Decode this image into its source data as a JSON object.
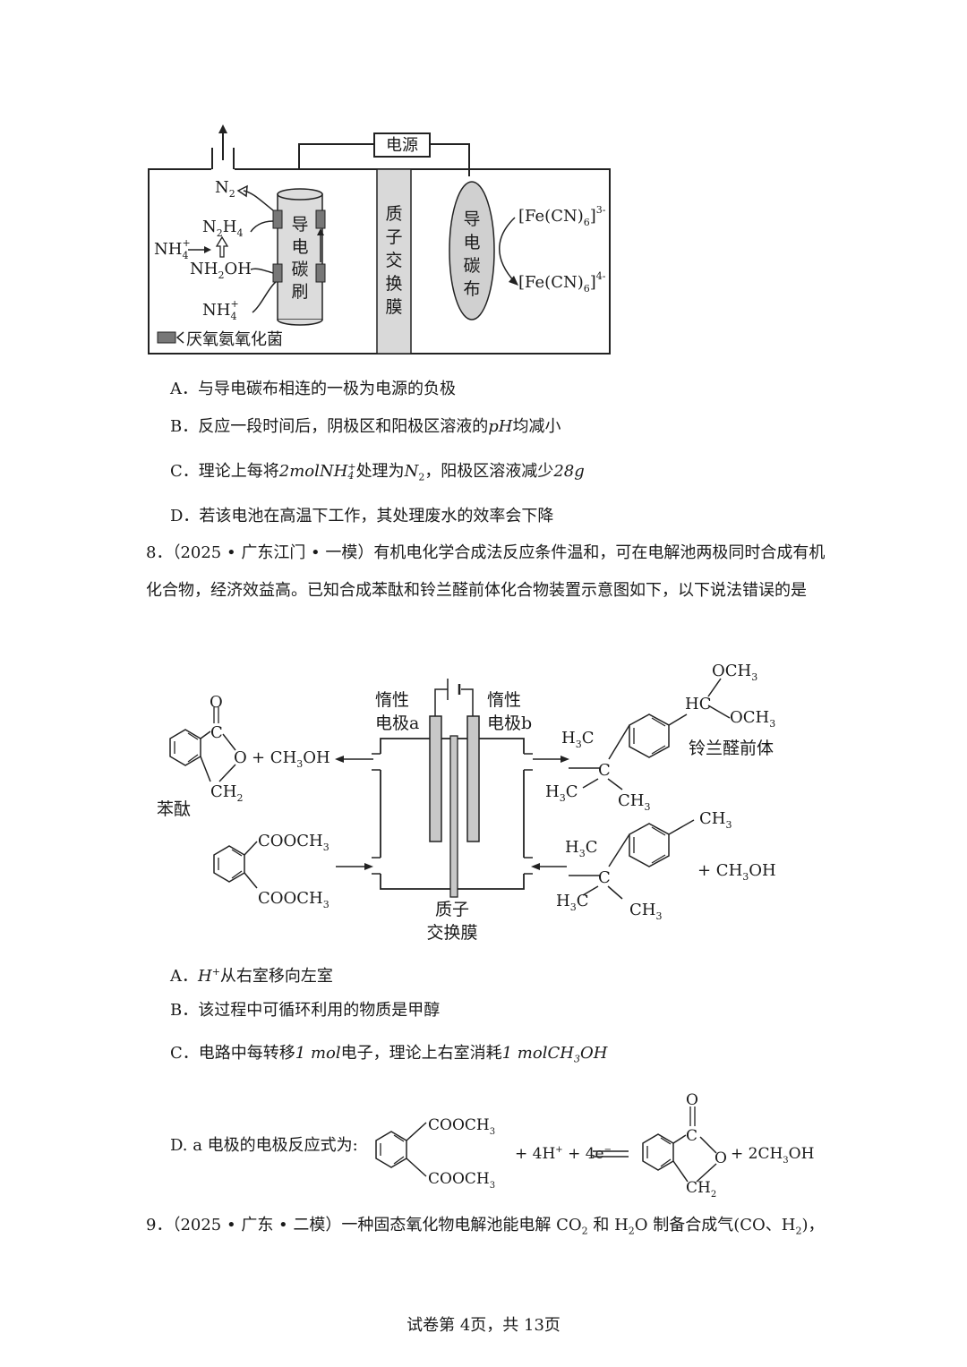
{
  "fig1": {
    "power_label": "电源",
    "n2": "N",
    "n2_sub": "2",
    "n2h4_a": "N",
    "n2h4_sub1": "2",
    "n2h4_b": "H",
    "n2h4_sub2": "4",
    "nh4_left": "NH",
    "nh4_left_sub": "4",
    "nh4_left_sup": "+",
    "nh2oh_a": "NH",
    "nh2oh_sub": "2",
    "nh2oh_b": "OH",
    "nh4_bottom": "NH",
    "nh4_bottom_sub": "4",
    "nh4_bottom_sup": "+",
    "brush_chars": [
      "导",
      "电",
      "碳",
      "刷"
    ],
    "membrane_chars": [
      "质",
      "子",
      "交",
      "换",
      "膜"
    ],
    "cloth_chars": [
      "导",
      "电",
      "碳",
      "布"
    ],
    "fe_top": "[Fe(CN)",
    "fe_top_sub": "6",
    "fe_top_close": "]",
    "fe_top_sup": "3-",
    "fe_bot": "[Fe(CN)",
    "fe_bot_sub": "6",
    "fe_bot_close": "]",
    "fe_bot_sup": "4-",
    "legend": "厌氧氨氧化菌"
  },
  "q7_options": {
    "A": "A．与导电碳布相连的一极为电源的负极",
    "B_pre": "B．反应一段时间后，阴极区和阳极区溶液的",
    "B_it": "pH",
    "B_post": "均减小",
    "C_pre": "C．理论上每将",
    "C_it": "2molNH",
    "C_sub": "4",
    "C_sup": "+",
    "C_mid": "处理为",
    "C_it2": "N",
    "C_sub2": "2",
    "C_mid2": "，阳极区溶液减少",
    "C_it3": "28g",
    "D": "D．若该电池在高温下工作，其处理废水的效率会下降"
  },
  "q8": {
    "stem": "8．（2025 • 广东江门 • 一模）有机电化学合成法反应条件温和，可在电解池两极同时合成有机化合物，经济效益高。已知合成苯酞和铃兰醛前体化合物装置示意图如下，以下说法错误的是"
  },
  "fig2": {
    "electrode_a_1": "惰性",
    "electrode_a_2": "电极a",
    "electrode_b_1": "惰性",
    "electrode_b_2": "电极b",
    "membrane_1": "质子",
    "membrane_2": "交换膜",
    "phthalide_name": "苯酞",
    "ch3oh_plus": "+ CH",
    "ch3oh_sub": "3",
    "ch3oh_oh": "OH",
    "o_atom": "O",
    "c_atom": "C",
    "ch2": "CH",
    "ch2_sub": "2",
    "cooch3": "COOCH",
    "cooch3_sub": "3",
    "och3": "OCH",
    "och3_sub": "3",
    "hc": "HC",
    "h3c": "H",
    "h3c_sub": "3",
    "h3c_c": "C",
    "ch3": "CH",
    "ch3_sub": "3",
    "lily_name": "铃兰醛前体",
    "plus_ch3oh": "+ CH",
    "plus_ch3oh_sub": "3",
    "plus_ch3oh_oh": "OH"
  },
  "q8_options": {
    "A_it": "H",
    "A_sup": "+",
    "A_post": "从右室移向左室",
    "A_label": "A．",
    "B": "B．该过程中可循环利用的物质是甲醇",
    "C_pre": "C．电路中每转移",
    "C_it": "1 mol",
    "C_mid": "电子，理论上右室消耗",
    "C_it2": "1 molCH",
    "C_sub": "3",
    "C_it3": "OH",
    "D_label": "D. a 电极的电极反应式为:",
    "D_react": "+ 4H",
    "D_react_sup": "+",
    "D_react2": " + 4e",
    "D_react2_sup": "−",
    "D_prod": "+ 2CH",
    "D_prod_sub": "3",
    "D_prod_oh": "OH"
  },
  "q9": {
    "stem": "9．（2025 • 广东 • 二模）一种固态氧化物电解池能电解 CO",
    "sub1": "2",
    "mid": " 和 H",
    "sub2": "2",
    "mid2": "O 制备合成气(CO、H",
    "sub3": "2",
    "end": ")，"
  },
  "footer": "试卷第 4页，共 13页"
}
